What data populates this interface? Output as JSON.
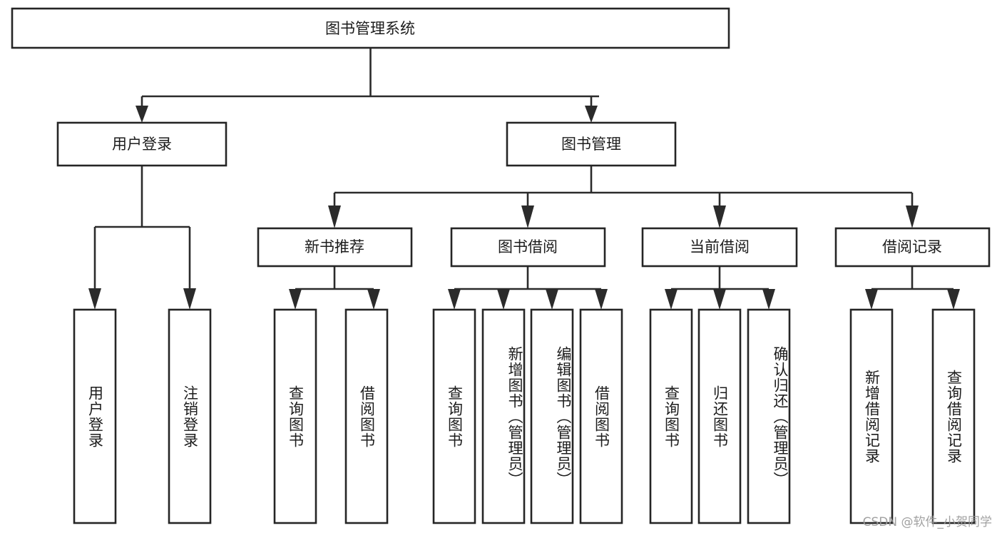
{
  "diagram": {
    "title": "图书管理系统",
    "watermark": "CSDN @软件_小贺同学",
    "colors": {
      "box_stroke": "#252525",
      "connector": "#2b2b2b",
      "text": "#1c1c1c",
      "background": "#ffffff",
      "watermark": "#9a9a9a"
    },
    "levels": {
      "root_label": "图书管理系统",
      "level2": [
        {
          "label": "用户登录"
        },
        {
          "label": "图书管理"
        }
      ],
      "level3": [
        {
          "label": "新书推荐"
        },
        {
          "label": "图书借阅"
        },
        {
          "label": "当前借阅"
        },
        {
          "label": "借阅记录"
        }
      ]
    },
    "leaves": {
      "user_login": [
        {
          "label": "用户登录"
        },
        {
          "label": "注销登录"
        }
      ],
      "new_book_recommend": [
        {
          "label": "查询图书"
        },
        {
          "label": "借阅图书"
        }
      ],
      "book_borrow": [
        {
          "label": "查询图书"
        },
        {
          "label": "新增图书（管理员）"
        },
        {
          "label": "编辑图书（管理员）"
        },
        {
          "label": "借阅图书"
        }
      ],
      "current_borrow": [
        {
          "label": "查询图书"
        },
        {
          "label": "归还图书"
        },
        {
          "label": "确认归还（管理员）"
        }
      ],
      "borrow_record": [
        {
          "label": "新增借阅记录"
        },
        {
          "label": "查询借阅记录"
        }
      ]
    }
  }
}
